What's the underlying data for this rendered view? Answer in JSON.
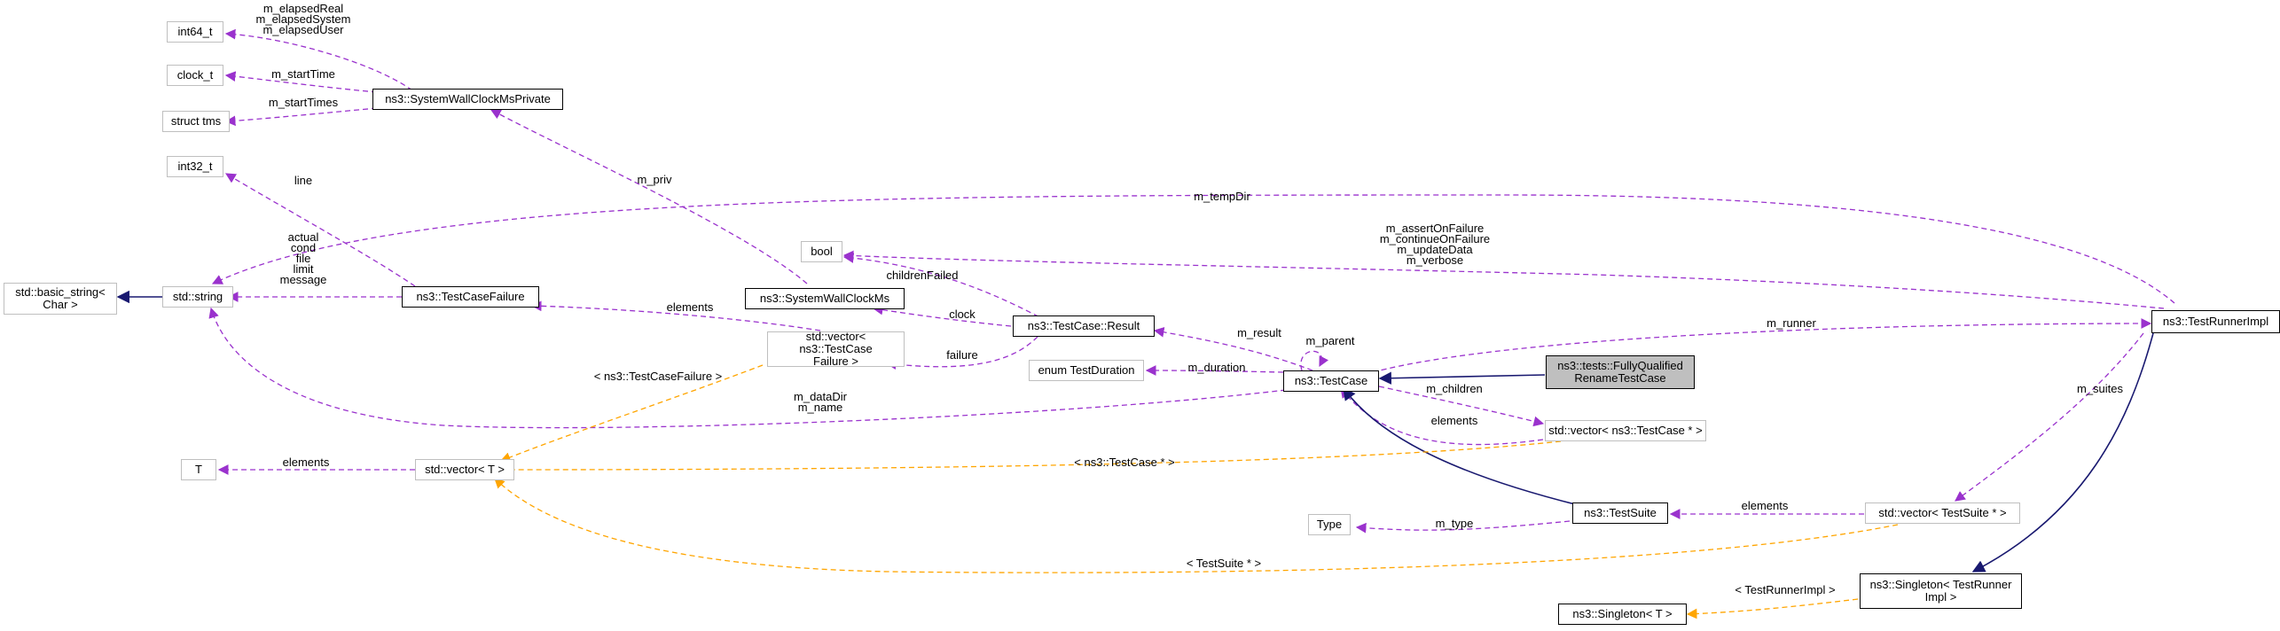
{
  "colors": {
    "inheritance": "#191970",
    "usage": "#9a32cd",
    "template": "#ffa500",
    "external_border": "#bfbfbf",
    "current_fill": "#bfbfbf"
  },
  "nodes": {
    "int64": "int64_t",
    "clock": "clock_t",
    "tms": "struct tms",
    "swcmp": "ns3::SystemWallClockMsPrivate",
    "int32": "int32_t",
    "basic_string": "std::basic_string<\nChar >",
    "string": "std::string",
    "tcfailure": "ns3::TestCaseFailure",
    "bool": "bool",
    "swcms": "ns3::SystemWallClockMs",
    "vec_tcf": "std::vector< ns3::TestCase\nFailure >",
    "result": "ns3::TestCase::Result",
    "duration": "enum TestDuration",
    "testcase": "ns3::TestCase",
    "fqrtc": "ns3::tests::FullyQualified\nRenameTestCase",
    "T": "T",
    "vecT": "std::vector< T >",
    "vec_tc": "std::vector< ns3::TestCase * >",
    "type": "Type",
    "testsuite": "ns3::TestSuite",
    "vec_ts": "std::vector< TestSuite * >",
    "runner": "ns3::TestRunnerImpl",
    "singleton_tri": "ns3::Singleton< TestRunner\nImpl >",
    "singletonT": "ns3::Singleton< T >"
  },
  "labels": {
    "elapsed": [
      "m_elapsedReal",
      "m_elapsedSystem",
      "m_elapsedUser"
    ],
    "startTime": "m_startTime",
    "startTimes": "m_startTimes",
    "priv": "m_priv",
    "line": "line",
    "tempDir": "m_tempDir",
    "tcf_fields": [
      "actual",
      "cond",
      "file",
      "limit",
      "message"
    ],
    "runner_flags": [
      "m_assertOnFailure",
      "m_continueOnFailure",
      "m_updateData",
      "m_verbose"
    ],
    "childrenFailed": "childrenFailed",
    "clock": "clock",
    "elements_tcf": "elements",
    "failure": "failure",
    "result": "m_result",
    "parent": "m_parent",
    "runner": "m_runner",
    "tcf_template": "< ns3::TestCaseFailure >",
    "dataDir": [
      "m_dataDir",
      "m_name"
    ],
    "duration": "m_duration",
    "children": "m_children",
    "elements_tc": "elements",
    "suites": "m_suites",
    "elements_T": "elements",
    "tc_template": "< ns3::TestCase * >",
    "m_type": "m_type",
    "elements_ts": "elements",
    "ts_template": "< TestSuite * >",
    "tri_template": "< TestRunnerImpl >"
  }
}
